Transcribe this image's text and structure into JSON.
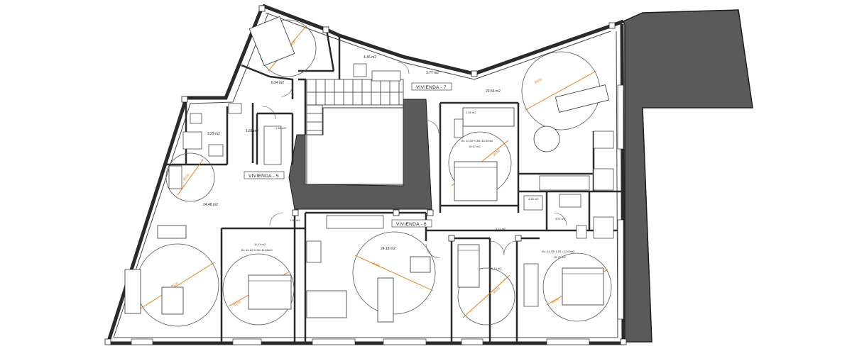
{
  "units": [
    {
      "name": "VIVIENDA - 5",
      "total_area": "24.48 m2"
    },
    {
      "name": "VIVIENDA - 6",
      "total_area": "24.18 m2"
    },
    {
      "name": "VIVIENDA - 7",
      "total_area": "20.56 m2"
    }
  ],
  "rooms": {
    "v5_top_bedroom": "6.24 m2",
    "v5_corridor": "1.81 m2",
    "v5_bath": "3.29 m2",
    "v5_laundry": "1.16 m2",
    "shared_bath_top": "4.46 m2",
    "v7_hall": "3.77 m2",
    "v7_closet": "2.26 m2",
    "v7_bedroom_formula": "B= 10,00+0,50=10,50m2",
    "v7_bedroom": "10.57 m2",
    "v7_bath": "4.46 m2",
    "v7_wc": "3.97 m2",
    "v6_closet": "1.63 m2",
    "v6_bedroom_area": "11.11 m2",
    "v6_bedroom_formula": "B= 11,10+0,50=11,60m2",
    "v6_hall": "3.11 m2",
    "v6_bedroom2": "8.13 m2",
    "v6_bedroom3_formula": "B= 14,75+1,25 =12,00m2",
    "v6_bedroom3": "15.71 m2"
  },
  "turning_circle_label": "Ø150",
  "colors": {
    "wall": "#2a2a2a",
    "mass": "#5a5a5a",
    "accent": "#e07a10",
    "line": "#333333"
  }
}
